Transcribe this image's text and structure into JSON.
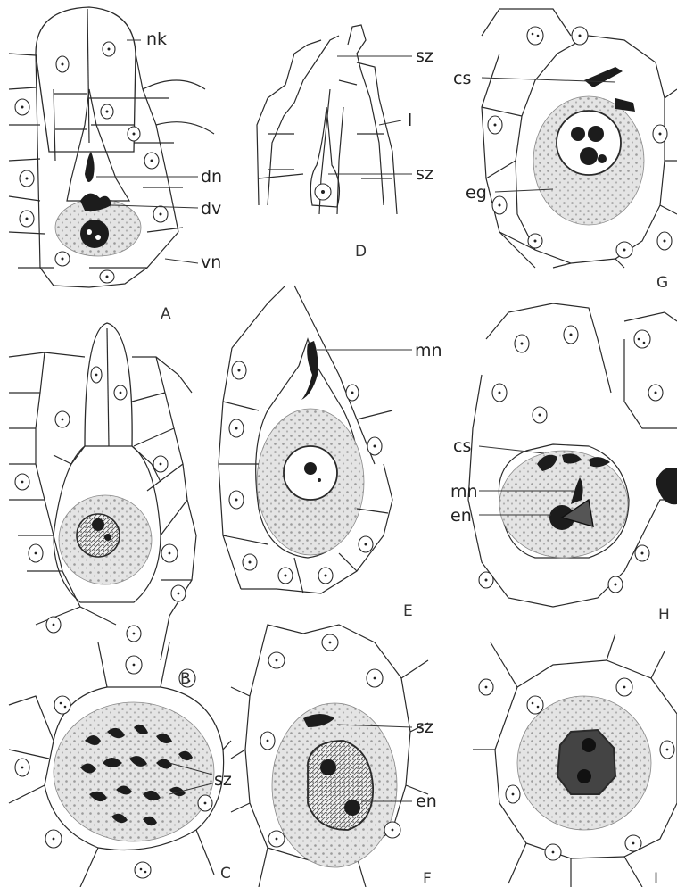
{
  "labels": {
    "nk": "nk",
    "dn": "dn",
    "dv": "dv",
    "vn": "vn",
    "sz_d1": "sz",
    "l": "l",
    "sz_d2": "sz",
    "cs_g": "cs",
    "eg": "eg",
    "mn_e": "mn",
    "cs_h": "cs",
    "mn_h": "mn",
    "en_h": "en",
    "sz_c": "sz",
    "sz_f": "sz",
    "en_f": "en"
  },
  "panels": {
    "A": "A",
    "B": "B",
    "C": "C",
    "D": "D",
    "E": "E",
    "F": "F",
    "G": "G",
    "H": "H",
    "I": "I"
  }
}
